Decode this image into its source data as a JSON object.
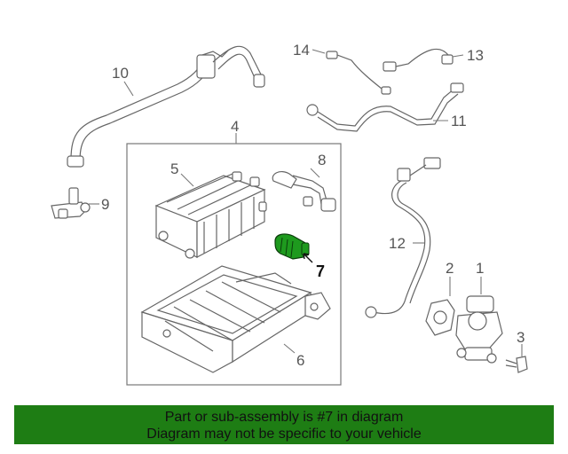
{
  "diagram": {
    "labels": [
      {
        "id": "1",
        "text": "1"
      },
      {
        "id": "2",
        "text": "2"
      },
      {
        "id": "3",
        "text": "3"
      },
      {
        "id": "4",
        "text": "4"
      },
      {
        "id": "5",
        "text": "5"
      },
      {
        "id": "6",
        "text": "6"
      },
      {
        "id": "7",
        "text": "7"
      },
      {
        "id": "8",
        "text": "8"
      },
      {
        "id": "9",
        "text": "9"
      },
      {
        "id": "10",
        "text": "10"
      },
      {
        "id": "11",
        "text": "11"
      },
      {
        "id": "12",
        "text": "12"
      },
      {
        "id": "13",
        "text": "13"
      },
      {
        "id": "14",
        "text": "14"
      }
    ],
    "highlighted_part": "7",
    "highlight_color": "#1e9a1e"
  },
  "banner": {
    "line1": "Part or sub-assembly is #7 in diagram",
    "line2": "Diagram may not be specific to your vehicle",
    "background": "#1e7d14"
  }
}
